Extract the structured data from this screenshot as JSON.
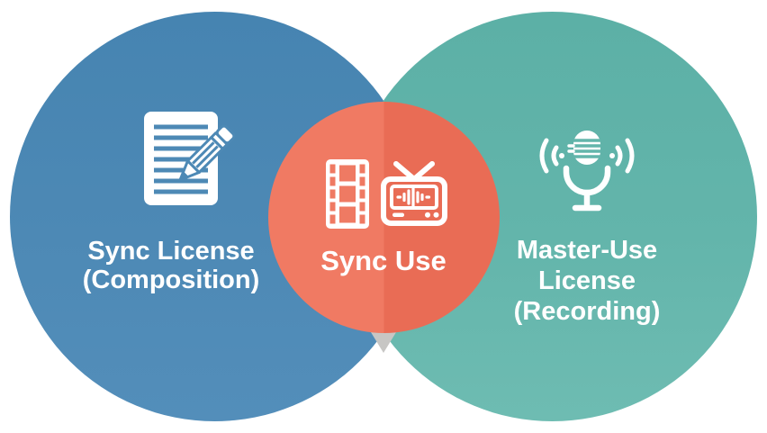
{
  "left_circle": {
    "line1": "Sync License",
    "line2": "(Composition)",
    "color": "#4d89b5",
    "icon": "document-pencil-icon"
  },
  "center_circle": {
    "label": "Sync Use",
    "color_left_half": "#f07a63",
    "color_right_half": "#e96c55",
    "icon_left": "film-strip-icon",
    "icon_right": "tv-audio-wave-icon"
  },
  "right_circle": {
    "line1": "Master-Use",
    "line2": "License",
    "line3": "(Recording)",
    "color": "#63b5ab",
    "icon": "microphone-sound-waves-icon"
  },
  "pointer": {
    "color": "#c7c6c4"
  },
  "text_color": "#ffffff"
}
